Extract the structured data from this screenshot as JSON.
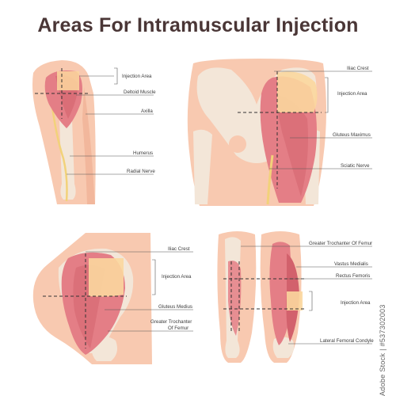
{
  "title": "Areas For Intramuscular Injection",
  "colors": {
    "skin": "#f8c9b0",
    "skin_dark": "#f2b79c",
    "bone": "#f3e6d8",
    "muscle": "#e47e86",
    "muscle_dark": "#d2616c",
    "injection_area": "#fbd79e",
    "nerve": "#f2d27a",
    "line": "#555555"
  },
  "panels": {
    "deltoid": {
      "labels": {
        "injection_area": "Injection Area",
        "deltoid_muscle": "Deltoid Muscle",
        "axilla": "Axilla",
        "humerus": "Humerus",
        "radial_nerve": "Radial Nerve"
      }
    },
    "gluteal": {
      "labels": {
        "iliac_crest": "Iliac Crest",
        "injection_area": "Injection Area",
        "gluteus_maximus": "Gluteus Maximus",
        "sciatic_nerve": "Sciatic Nerve"
      }
    },
    "ventrogluteal": {
      "labels": {
        "iliac_crest": "Iliac Crest",
        "injection_area": "Injection Area",
        "gluteus_medius": "Gluteus Medius",
        "greater_trochanter_1": "Greater Trochanter",
        "greater_trochanter_2": "Of Femur"
      }
    },
    "vastus": {
      "labels": {
        "greater_trochanter": "Greater Trochanter Of Femur",
        "vastus_medialis": "Vastus Medialis",
        "rectus_femoris": "Rectus Femoris",
        "injection_area": "Injection Area",
        "lateral_femoral_condyle": "Lateral Femoral Condyle"
      }
    }
  },
  "watermark": "Adobe Stock | #537302003"
}
